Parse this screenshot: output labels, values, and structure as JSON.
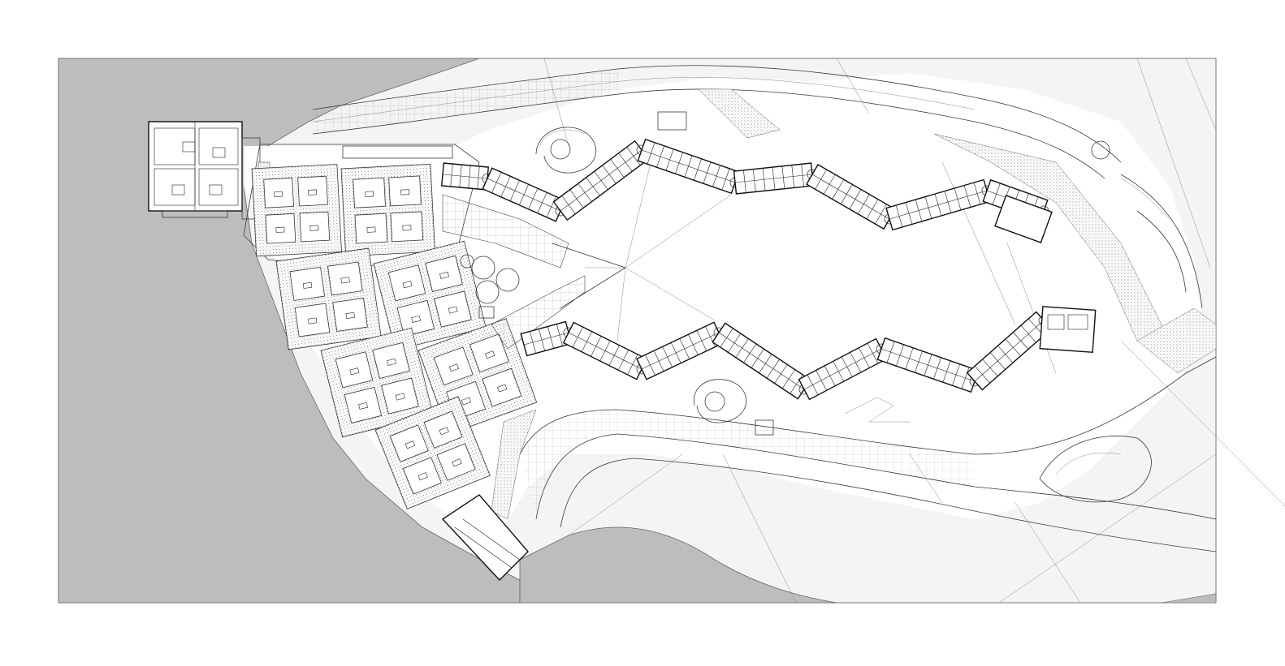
{
  "plan": {
    "colors": {
      "water": "#bdbdbd",
      "ground": "#f4f4f4",
      "line": "#3a3a3a",
      "building": "#111111",
      "paper": "#ffffff"
    },
    "icons": [
      "north-tower-block",
      "courtyard-grid",
      "zigzag-residential-wing",
      "spiral-ramp",
      "circular-tanks"
    ]
  }
}
